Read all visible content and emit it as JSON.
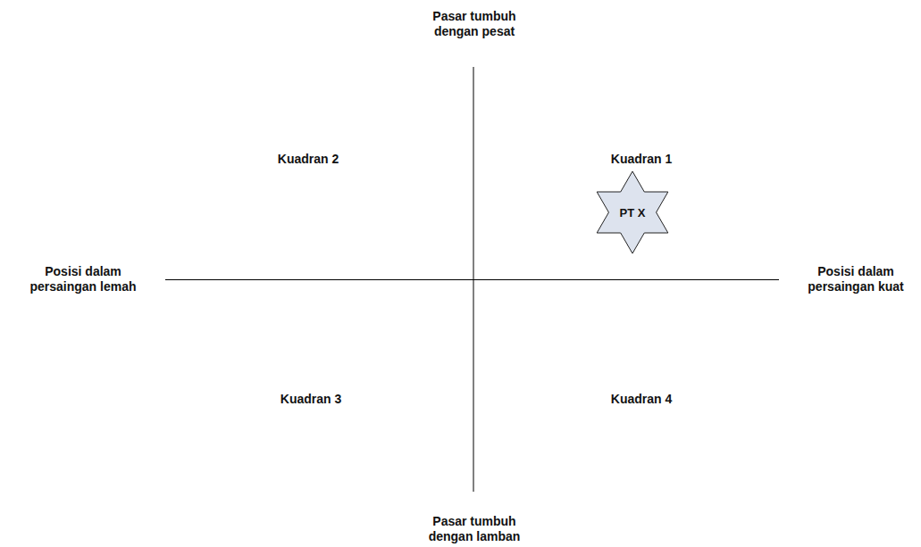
{
  "diagram": {
    "nodes": [
      {
        "text": [
          "PT X"
        ]
      }
    ],
    "labels": [
      "Pasar tumbuh dengan pesat",
      "Kuadran 2",
      "Kuadran 1",
      "Posisi dalam persaingan lemah",
      "Posisi dalam persaingan kuat",
      "Kuadran 3",
      "Kuadran 4",
      "Pasar tumbuh dengan lamban"
    ]
  }
}
